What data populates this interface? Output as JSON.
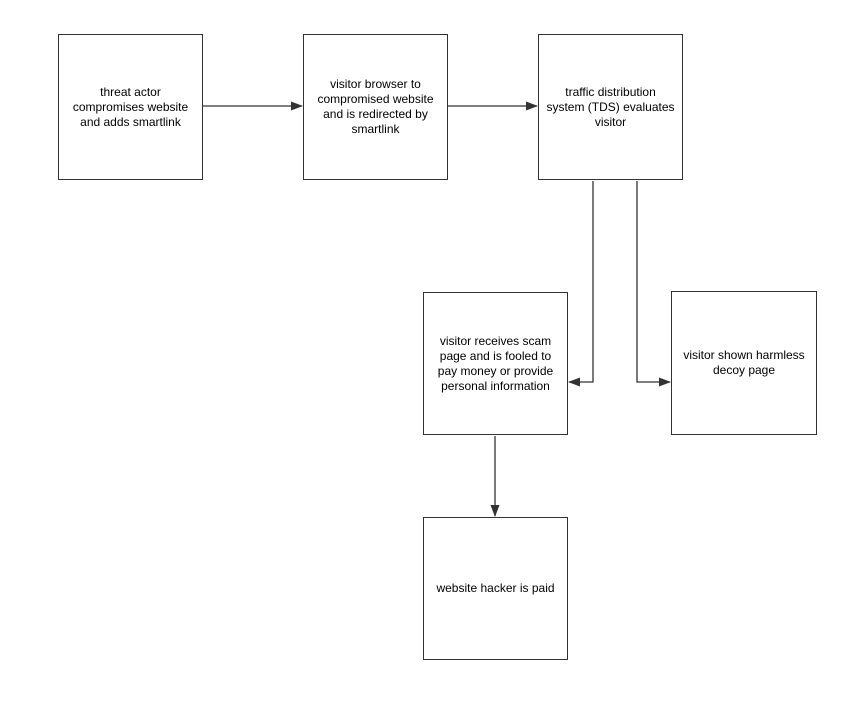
{
  "diagram": {
    "type": "flowchart",
    "nodes": [
      {
        "id": "threat-actor",
        "label": "threat actor compromises website and adds smartlink"
      },
      {
        "id": "visitor-redirect",
        "label": "visitor browser to compromised website and is redirected by smartlink"
      },
      {
        "id": "tds",
        "label": "traffic distribution system (TDS) evaluates visitor"
      },
      {
        "id": "scam-page",
        "label": "visitor receives scam page and is fooled to pay money or provide personal information"
      },
      {
        "id": "decoy-page",
        "label": "visitor shown harmless decoy page"
      },
      {
        "id": "hacker-paid",
        "label": "website hacker is paid"
      }
    ],
    "edges": [
      {
        "from": "threat-actor",
        "to": "visitor-redirect"
      },
      {
        "from": "visitor-redirect",
        "to": "tds"
      },
      {
        "from": "tds",
        "to": "scam-page"
      },
      {
        "from": "tds",
        "to": "decoy-page"
      },
      {
        "from": "scam-page",
        "to": "hacker-paid"
      }
    ],
    "colors": {
      "node_fill": "#ffffff",
      "node_border": "#333333",
      "arrow": "#333333",
      "text": "#000000",
      "background": "#ffffff"
    }
  }
}
